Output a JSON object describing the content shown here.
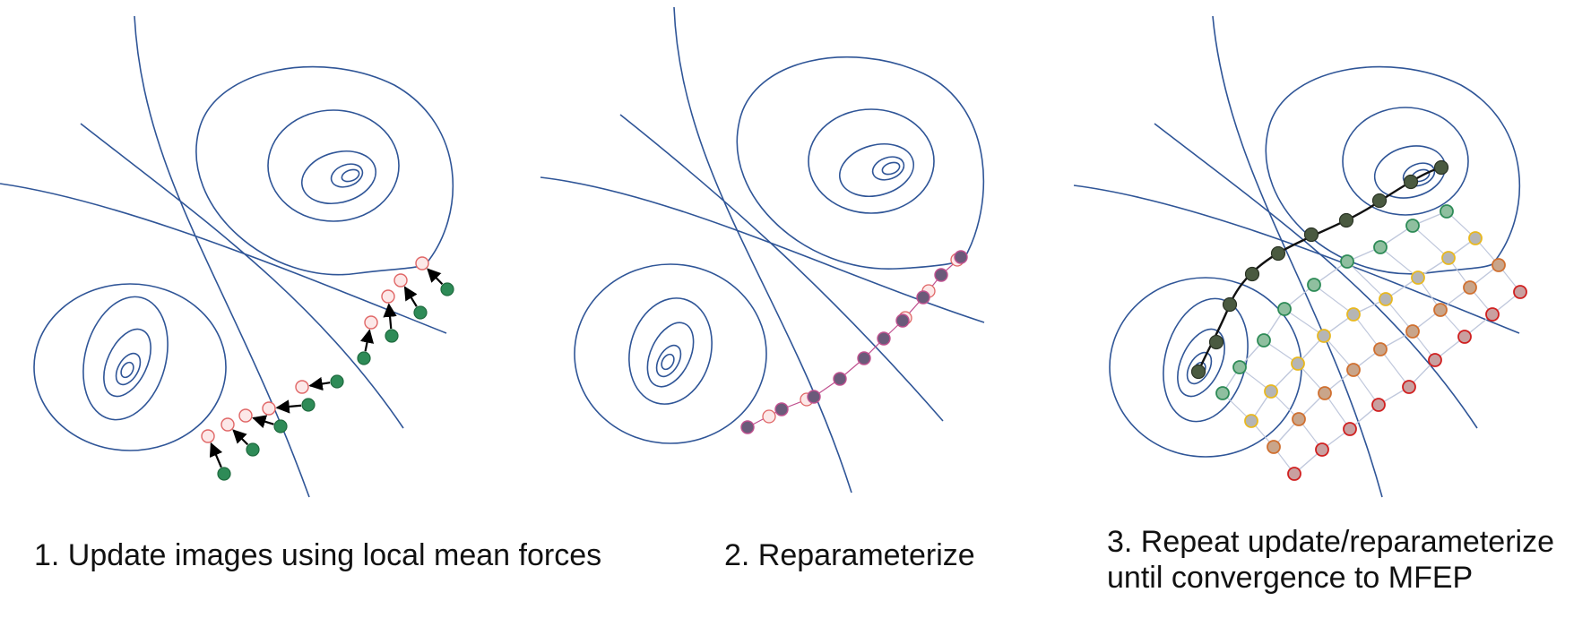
{
  "panels": [
    {
      "caption": "1. Update images using local mean forces"
    },
    {
      "caption": "2. Reparameterize"
    },
    {
      "caption": "3. Repeat update/reparameterize\nuntil convergence to MFEP"
    }
  ],
  "colors": {
    "contour": "#2f5597",
    "arrow": "#000000",
    "updated_image": "#2e8b57",
    "old_image_stroke": "#e06666",
    "old_image_fill": "#fce8e8",
    "reparam_image": "#6b5a7a",
    "reparam_image_stroke": "#c0508f",
    "converged_path": "#4a5a40",
    "iteration_fills": [
      "#8fbf9f",
      "#b5b5b5",
      "#c9a58a",
      "#c9a0a0"
    ],
    "iteration_strokes": [
      "#2e8b57",
      "#e8b820",
      "#d07030",
      "#d02020"
    ],
    "connector": "#c0c8dc"
  }
}
